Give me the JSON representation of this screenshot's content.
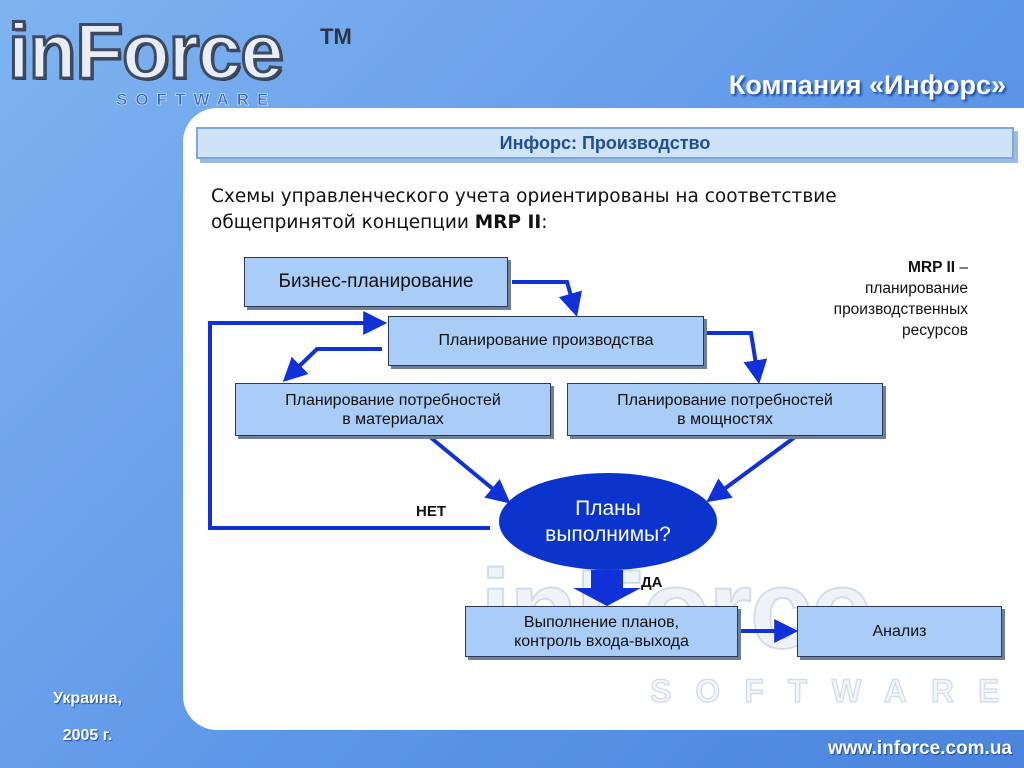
{
  "logo": {
    "word": "inForce",
    "tm": "TM",
    "sub": "SOFTWARE"
  },
  "header": {
    "company": "Компания «Инфорс»"
  },
  "band": {
    "title": "Инфорс: Производство"
  },
  "intro": {
    "line1": "Схемы управленческого учета ориентированы на соответствие",
    "line2_prefix": "общепринятой концепции ",
    "line2_bold": "MRP II",
    "line2_suffix": ":"
  },
  "diagram": {
    "nodes": {
      "business_planning": "Бизнес-планирование",
      "production_planning": "Планирование производства",
      "materials_planning_1": "Планирование потребностей",
      "materials_planning_2": "в материалах",
      "capacity_planning_1": "Планирование потребностей",
      "capacity_planning_2": "в мощностях",
      "execution_1": "Выполнение планов,",
      "execution_2": "контроль входа-выхода",
      "analysis": "Анализ"
    },
    "decision": {
      "line1": "Планы",
      "line2": "выполнимы?"
    },
    "labels": {
      "no": "НЕТ",
      "yes": "ДА"
    },
    "colors": {
      "arrow": "#1030d8",
      "decision": "#0b34cc",
      "node_fill": "#a9cdf6"
    }
  },
  "mrp_note": {
    "term": "MRP II",
    "dash": " –",
    "line2": "планирование",
    "line3": "производственных",
    "line4": "ресурсов"
  },
  "watermark": {
    "word": "inForce",
    "sub": "SOFTWARE"
  },
  "footer": {
    "country": "Украина,",
    "year": "2005 г.",
    "site": "www.inforce.com.ua"
  }
}
